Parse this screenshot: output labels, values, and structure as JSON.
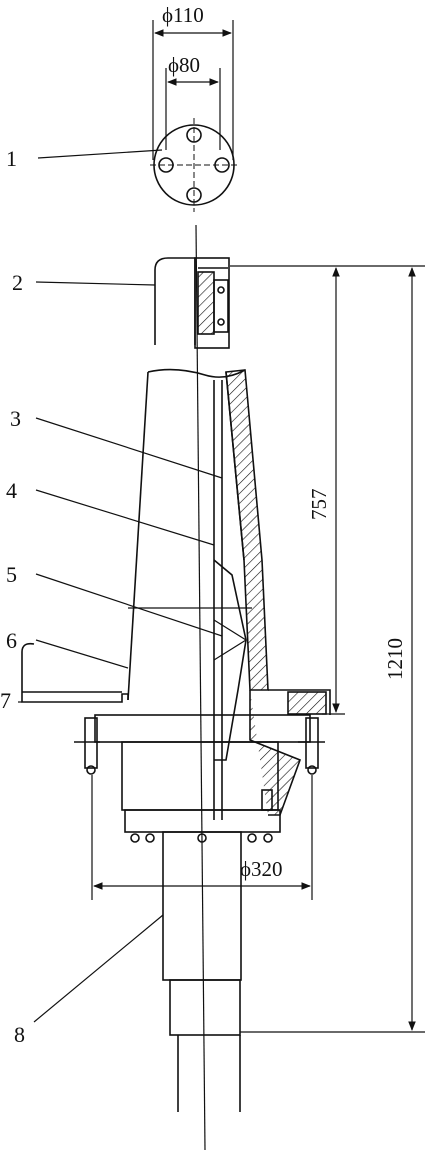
{
  "dimensions": {
    "d110": "ϕ110",
    "d80": "ϕ80",
    "h757": "757",
    "h1210": "1210",
    "d320": "ϕ320"
  },
  "part_labels": [
    "1",
    "2",
    "3",
    "4",
    "5",
    "6",
    "7",
    "8"
  ],
  "colors": {
    "line": "#111111",
    "paper": "#ffffff"
  }
}
